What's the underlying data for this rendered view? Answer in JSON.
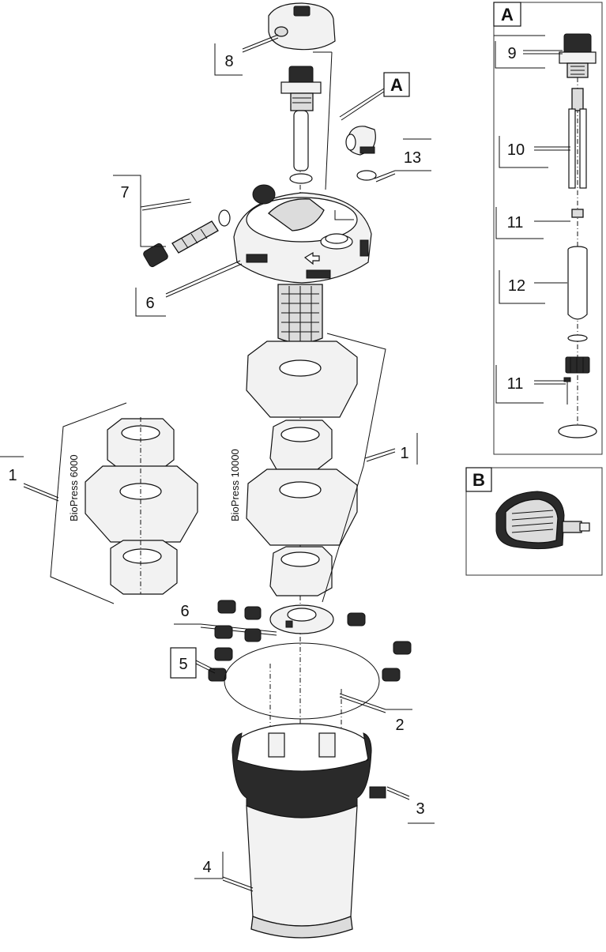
{
  "callouts": {
    "part_1_left": "1",
    "part_1_right": "1",
    "part_2": "2",
    "part_3": "3",
    "part_4": "4",
    "part_5": "5",
    "part_6_lid": "6",
    "part_6_plate": "6",
    "part_7": "7",
    "part_8": "8",
    "part_13": "13",
    "detail_a_ref": "A"
  },
  "models": {
    "small": "BioPress 6000",
    "large": "BioPress 10000"
  },
  "panel_a": {
    "title": "A",
    "callouts": [
      "9",
      "10",
      "11",
      "12",
      "11"
    ]
  },
  "panel_b": {
    "title": "B"
  }
}
